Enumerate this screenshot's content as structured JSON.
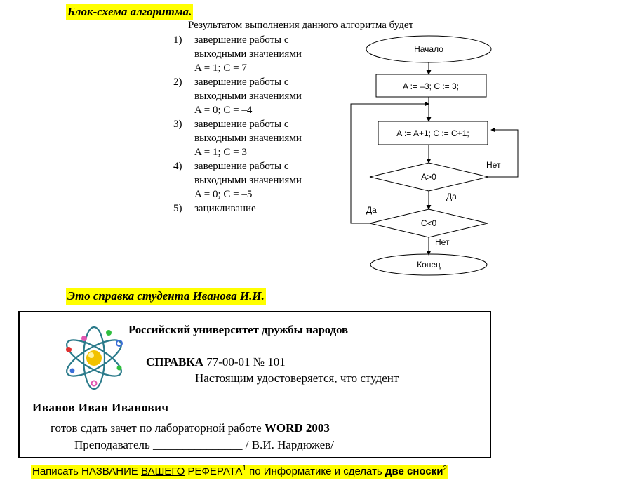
{
  "heading_flowchart": "Блок-схема алгоритма.",
  "question": "Результатом выполнения данного алгоритма будет",
  "options": [
    {
      "num": "1)",
      "lines": [
        "завершение работы с",
        "выходными значениями",
        "A = 1; C = 7"
      ]
    },
    {
      "num": "2)",
      "lines": [
        "завершение работы с",
        "выходными значениями",
        "A = 0; C = –4"
      ]
    },
    {
      "num": "3)",
      "lines": [
        "завершение работы с",
        "выходными значениями",
        "A = 1; C = 3"
      ]
    },
    {
      "num": "4)",
      "lines": [
        "завершение работы с",
        "выходными значениями",
        "A = 0; C = –5"
      ]
    },
    {
      "num": "5)",
      "lines": [
        "зацикливание"
      ]
    }
  ],
  "flowchart": {
    "start": "Начало",
    "init": "A := –3;  C := 3;",
    "update": "A := A+1; C := C+1;",
    "cond1": "A>0",
    "cond1_no": "Нет",
    "cond1_yes": "Да",
    "cond2": "C<0",
    "cond2_yes": "Да",
    "cond2_no": "Нет",
    "end": "Конец"
  },
  "heading_certificate": "Это справка студента Иванова И.И.",
  "certificate": {
    "university": "Российский университет дружбы народов",
    "spravka_word": "СПРАВКА",
    "spravka_number": " 77-00-01 № 101",
    "certify_text": "Настоящим удостоверяется, что студент",
    "student_name": "Иванов Иван Иванович",
    "ready_text": "готов сдать зачет по лабораторной работе ",
    "ready_bold": "WORD  2003",
    "teacher_label": "Преподаватель  ",
    "signature_line": "_______________",
    "teacher_name": " / В.И. Нардюжев/",
    "atom_colors": {
      "nucleus": "#f2c200",
      "orbit": "#2a7a8a",
      "electron_green": "#2fbf3f",
      "electron_red": "#e03030",
      "electron_blue": "#3a6ed8",
      "electron_pink": "#e055b0"
    }
  },
  "task": {
    "part1": "Написать ",
    "part2": "НАЗВАНИЕ ",
    "part3": "ВАШЕГО",
    "part4": " РЕФЕРАТА",
    "sup1": "1",
    "part5": " по Информатике и сделать ",
    "part6": "две сноски",
    "sup2": "2"
  }
}
